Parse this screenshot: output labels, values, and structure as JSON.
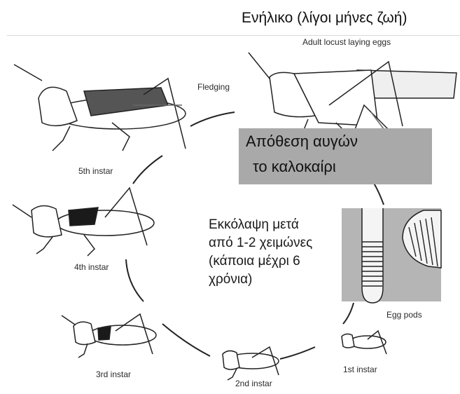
{
  "title": "Ενήλικο (λίγοι μήνες ζωή)",
  "labels": {
    "adult": "Adult locust laying eggs",
    "fledging": "Fledging",
    "instar5": "5th instar",
    "instar4": "4th instar",
    "instar3": "3rd instar",
    "instar2": "2nd instar",
    "instar1": "1st instar",
    "egg_pods": "Egg pods"
  },
  "egg_laying": {
    "line1": "Απόθεση αυγών",
    "line2": "το καλοκαίρι"
  },
  "hatching": {
    "line1": "Εκκόλαψη μετά",
    "line2": "από 1-2 χειμώνες",
    "line3": "(κάποια μέχρι 6",
    "line4": "χρόνια)"
  },
  "colors": {
    "summer_box": "#a9a9a9",
    "egg_pod_box": "#b5b5b5",
    "ink": "#222222"
  }
}
